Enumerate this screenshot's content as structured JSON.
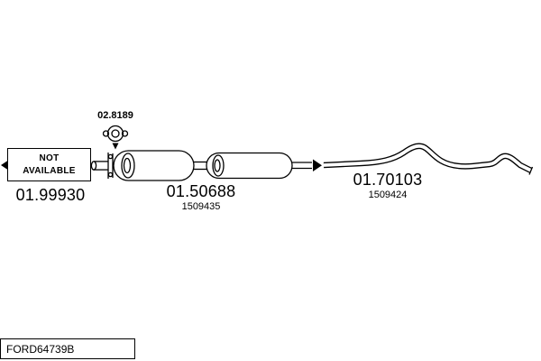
{
  "diagram": {
    "colors": {
      "ink": "#000000",
      "background": "#ffffff"
    },
    "icons": {
      "direction_arrow": "left-arrow",
      "gasket": "gasket-ring",
      "joint": "right-arrow"
    },
    "gasket": {
      "label": "02.8189"
    },
    "not_available": {
      "line1": "NOT",
      "line2": "AVAILABLE",
      "part": "01.99930"
    },
    "front_section": {
      "part": "01.50688",
      "ref": "1509435"
    },
    "rear_section": {
      "part": "01.70103",
      "ref": "1509424"
    },
    "footer": {
      "code": "FORD64739B"
    }
  }
}
